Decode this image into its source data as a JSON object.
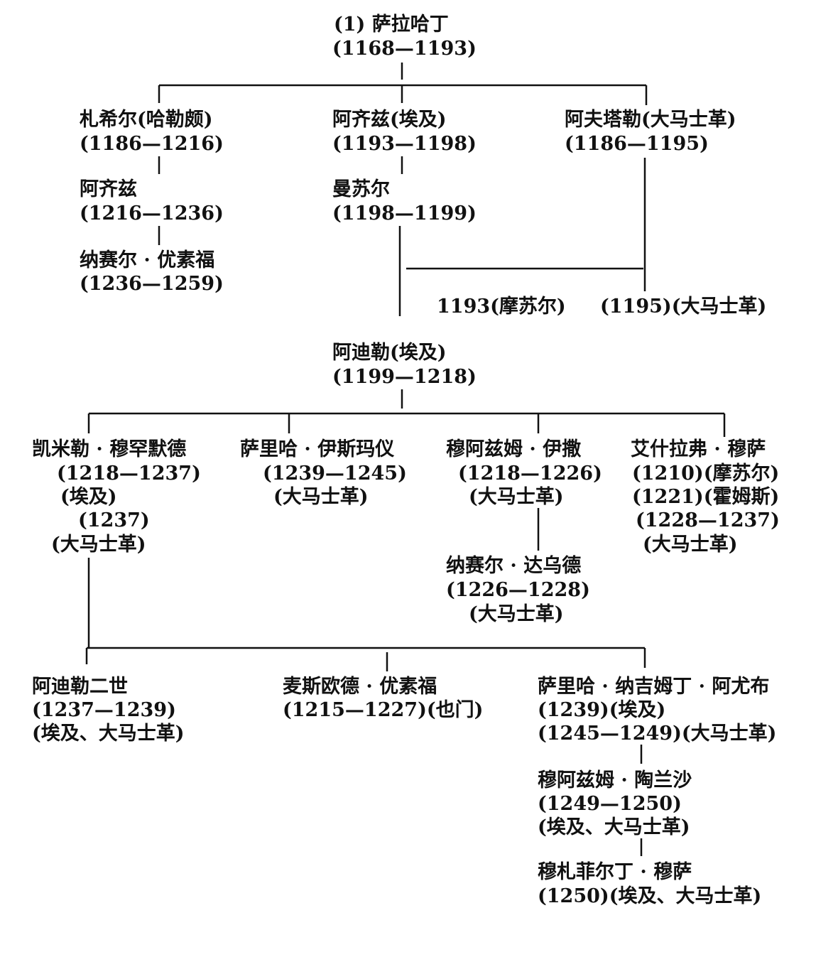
{
  "nodes": {
    "saladin": {
      "name": "(1) 萨拉哈丁",
      "years": "(1168—1193)"
    },
    "zahir": {
      "name": "札希尔(哈勒颇)",
      "years": "(1186—1216)"
    },
    "aziz_aleppo": {
      "name": "阿齐兹",
      "years": "(1216—1236)"
    },
    "nasir_yusuf": {
      "name": "纳赛尔 · 优素福",
      "years": "(1236—1259)"
    },
    "aziz_egypt": {
      "name": "阿齐兹(埃及)",
      "years": "(1193—1198)"
    },
    "mansur": {
      "name": "曼苏尔",
      "years": "(1198—1199)"
    },
    "afdal": {
      "name": "阿夫塔勒(大马士革)",
      "years": "(1186—1195)"
    },
    "note_mosul": "1193(摩苏尔)",
    "note_damascus": "(1195)(大马士革)",
    "adil": {
      "name": "阿迪勒(埃及)",
      "years": "(1199—1218)"
    },
    "kamil": {
      "name": "凯米勒 · 穆罕默德",
      "l1": "(1218—1237)",
      "l2": "(埃及)",
      "l3": "(1237)",
      "l4": "(大马士革)"
    },
    "salih_ismail": {
      "name": "萨里哈 · 伊斯玛仪",
      "l1": "(1239—1245)",
      "l2": "(大马士革)"
    },
    "muazzam_isa": {
      "name": "穆阿兹姆 · 伊撒",
      "l1": "(1218—1226)",
      "l2": "(大马士革)"
    },
    "nasir_dawud": {
      "name": "纳赛尔 · 达乌德",
      "l1": "(1226—1228)",
      "l2": "(大马士革)"
    },
    "ashraf_musa": {
      "name": "艾什拉弗 · 穆萨",
      "l1": "(1210)(摩苏尔)",
      "l2": "(1221)(霍姆斯)",
      "l3": "(1228—1237)",
      "l4": "(大马士革)"
    },
    "adil2": {
      "name": "阿迪勒二世",
      "l1": "(1237—1239)",
      "l2": "(埃及、大马士革)"
    },
    "masud_yusuf": {
      "name": "麦斯欧德 · 优素福",
      "l1": "(1215—1227)(也门)"
    },
    "salih_ayyub": {
      "name": "萨里哈 · 纳吉姆丁 · 阿尤布",
      "l1": "(1239)(埃及)",
      "l2": "(1245—1249)(大马士革)"
    },
    "turanshah": {
      "name": "穆阿兹姆 · 陶兰沙",
      "l1": "(1249—1250)",
      "l2": "(埃及、大马士革)"
    },
    "muzaffar_musa": {
      "name": "穆札菲尔丁 · 穆萨",
      "l1": "(1250)(埃及、大马士革)"
    }
  }
}
